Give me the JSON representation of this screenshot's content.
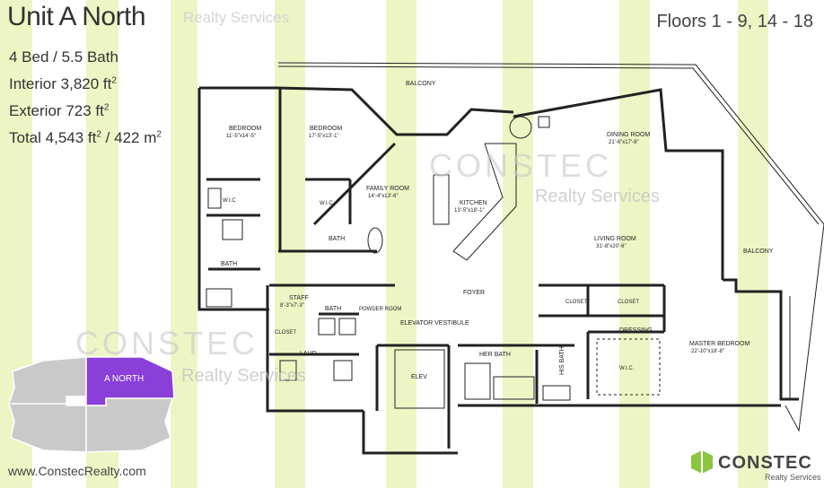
{
  "header": {
    "unit_title": "Unit A North",
    "brand_tag": "Realty Services",
    "floors": "Floors 1 - 9, 14 - 18"
  },
  "specs": {
    "beds_baths": "4 Bed / 5.5 Bath",
    "interior_label": "Interior",
    "interior_value": "3,820 ft",
    "exterior_label": "Exterior",
    "exterior_value": "723 ft",
    "total_label": "Total",
    "total_value": "4,543 ft",
    "total_metric": "/ 422 m",
    "sup": "2"
  },
  "keyplan": {
    "highlight_label": "A NORTH",
    "highlight_color": "#8a3fd8",
    "base_color": "#c9c9c9"
  },
  "watermark": {
    "big": "CONSTEC",
    "small": "Realty Services"
  },
  "rooms": {
    "balcony_top": "BALCONY",
    "balcony_right": "BALCONY",
    "bedroom1": "BEDROOM",
    "bedroom1_dim": "11'-5\"x14'-5\"",
    "bedroom2": "BEDROOM",
    "bedroom2_dim": "17'-5\"x13'-1\"",
    "family": "FAMILY ROOM",
    "family_dim": "14'-4\"x13'-6\"",
    "kitchen": "KITCHEN",
    "kitchen_dim": "13'-5\"x18'-1\"",
    "dining": "DINING ROOM",
    "dining_dim": "21'-6\"x17'-8\"",
    "living": "LIVING ROOM",
    "living_dim": "31'-8\"x20'-6\"",
    "wic1": "W.I.C",
    "wic2": "W.I.C",
    "wic3": "W.I.C.",
    "bath1": "BATH",
    "bath2": "BATH",
    "bath3": "BATH",
    "staff": "STAFF",
    "staff_dim": "8'-3\"x7'-3\"",
    "powder": "POWDER ROOM",
    "closet1": "CLOSET",
    "closet2": "CLOSET",
    "closet3": "CLOSET",
    "laund": "LAUD.",
    "elevator_vestibule": "ELEVATOR VESTIBULE",
    "foyer": "FOYER",
    "elev": "ELEV",
    "her_bath": "HER BATH",
    "his_bath": "HIS BATH",
    "dressing": "DRESSING",
    "master": "MASTER BEDROOM",
    "master_dim": "22'-10\"x18'-8\""
  },
  "footer": {
    "website": "www.ConstecRealty.com",
    "logo": "CONSTEC",
    "logo_sub": "Realty Services",
    "logo_color": "#8cc63f"
  },
  "colors": {
    "stripe": "#eef5c4"
  }
}
